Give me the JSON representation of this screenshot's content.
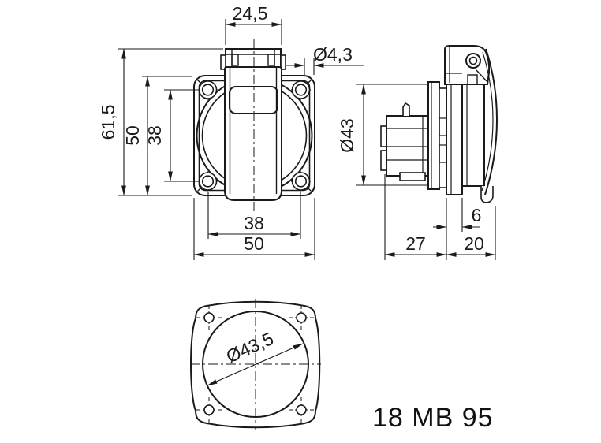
{
  "title": "18 MB 95",
  "colors": {
    "line": "#1a1a1a",
    "background": "#ffffff"
  },
  "dims": {
    "front_lid_width": "24,5",
    "front_hole_dia": "Ø4,3",
    "front_total_height": "61,5",
    "front_flange_height": "50",
    "front_hole_spacing_v": "38",
    "front_hole_spacing_h": "38",
    "front_flange_width": "50",
    "side_body_dia": "Ø43",
    "side_flange_thickness": "6",
    "side_depth_rear": "27",
    "side_depth_front": "20",
    "cutout_dia": "Ø43,5"
  }
}
